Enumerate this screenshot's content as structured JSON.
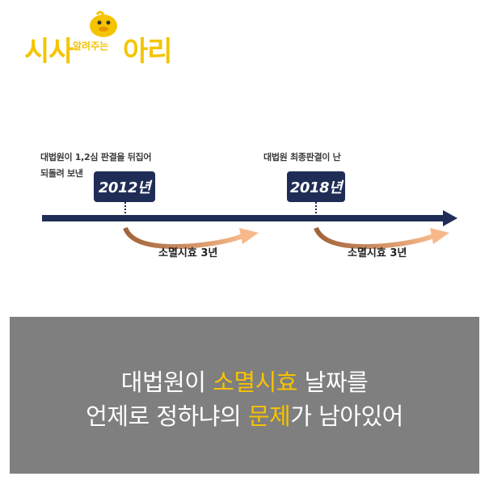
{
  "logo": {
    "left": "시사",
    "middle": "알려주는",
    "right": "아리"
  },
  "timeline": {
    "event1": {
      "note_line1": "대법원이 1,2심 판결을 뒤집어",
      "note_line2": "되돌려 보낸",
      "year": "2012년",
      "arc_label": "소멸시효 3년"
    },
    "event2": {
      "note_line1": "대법원 최종판결이 난",
      "year": "2018년",
      "arc_label": "소멸시효 3년"
    }
  },
  "headline": {
    "line1_pre": "대법원이 ",
    "line1_hl": "소멸시효",
    "line1_post": " 날짜를",
    "line2_pre": "언제로 정하냐의 ",
    "line2_hl": "문제",
    "line2_post": "가 남아있어"
  },
  "colors": {
    "navy": "#1f2d56",
    "orange": "#f0a060",
    "yellow": "#f5c400",
    "panel": "#7f7f7f"
  }
}
